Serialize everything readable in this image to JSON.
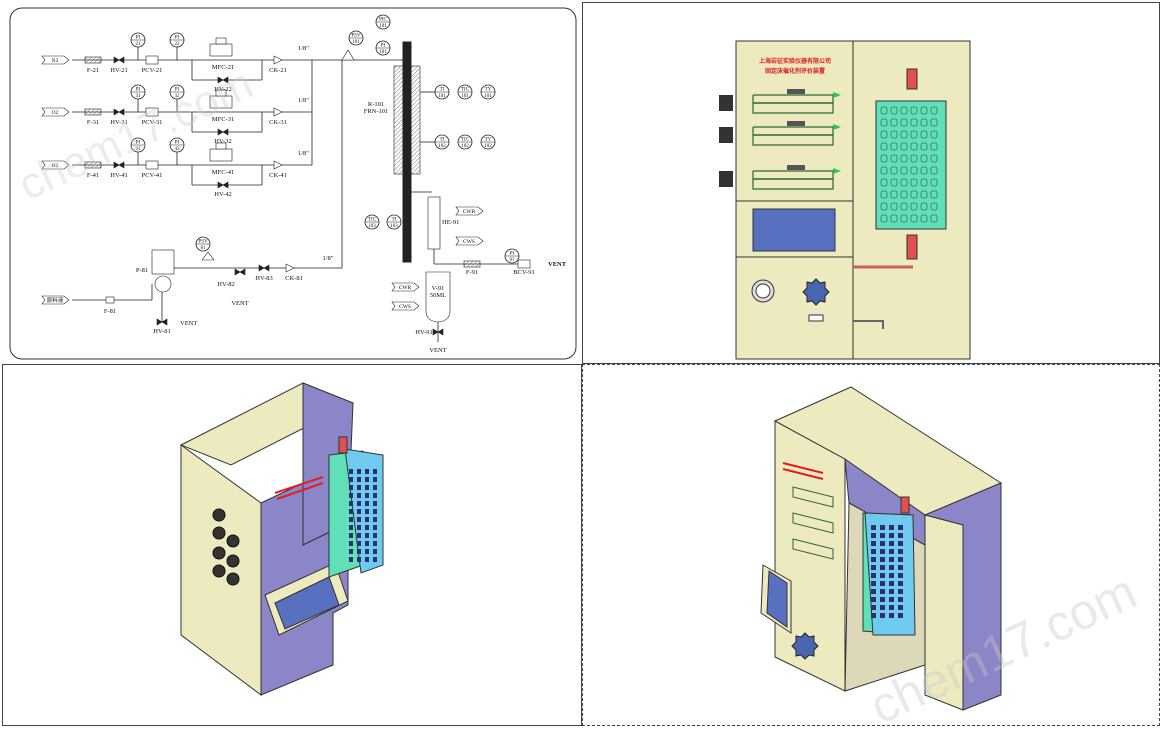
{
  "pid": {
    "lines": [
      {
        "gas": "N2",
        "filter": "F-21",
        "valve": "HV-21",
        "pcv": "PCV-21",
        "pi1": {
          "a": "PI",
          "b": "21"
        },
        "pi2": {
          "a": "PI",
          "b": "22"
        },
        "mfc": "MFC-21",
        "bypass": "HV-22",
        "check": "CK-21",
        "size": "1/8\""
      },
      {
        "gas": "O2",
        "filter": "F-31",
        "valve": "HV-31",
        "pcv": "PCV-31",
        "pi1": {
          "a": "PI",
          "b": "31"
        },
        "pi2": {
          "a": "PI",
          "b": "32"
        },
        "mfc": "MFC-31",
        "bypass": "HV-32",
        "check": "CK-31",
        "size": "1/8\""
      },
      {
        "gas": "H2",
        "filter": "F-41",
        "valve": "HV-41",
        "pcv": "PCV-41",
        "pi1": {
          "a": "PI",
          "b": "41"
        },
        "pi2": {
          "a": "PI",
          "b": "42"
        },
        "mfc": "MFC-41",
        "bypass": "HV-42",
        "check": "CK-41",
        "size": "1/8\""
      }
    ],
    "psv101": {
      "a": "PSV",
      "b": "101"
    },
    "pi101": {
      "a": "PI",
      "b": "101"
    },
    "pic101": {
      "a": "PIC",
      "b": "101"
    },
    "reactor": {
      "tag": "R-101",
      "furnace": "FRN-101"
    },
    "ti101": {
      "a": "TI",
      "b": "101"
    },
    "tic101": {
      "a": "TIC",
      "b": "101"
    },
    "ty101": {
      "a": "TY",
      "b": "101"
    },
    "ti102": {
      "a": "TI",
      "b": "102"
    },
    "tic102": {
      "a": "TIC",
      "b": "102"
    },
    "ty102": {
      "a": "TY",
      "b": "102"
    },
    "tic103": {
      "a": "TIC",
      "b": "103"
    },
    "ti103": {
      "a": "TI",
      "b": "103"
    },
    "hx": "HE-91",
    "cwr": "CWR",
    "cws": "CWS",
    "filter91": "F-91",
    "pi91": {
      "a": "PI",
      "b": "91"
    },
    "bcv": "BCV-91",
    "vent": "VENT",
    "vessel": {
      "tag": "V-91",
      "volume": "50ML"
    },
    "hv91": "HV-91",
    "pump": "P-81",
    "psv81": {
      "a": "PSV",
      "b": "81"
    },
    "hv82": "HV-82",
    "hv83": "HV-83",
    "ck81": "CK-81",
    "size81": "1/8\"",
    "feed": "原料液",
    "f81": "F-81",
    "hv81": "HV-81"
  },
  "front_view": {
    "company": "上海岩征实验仪器有限公司",
    "product": "固定床催化剂评价装置"
  },
  "watermark": "chem17.com",
  "colors": {
    "panel": "#eeeac0",
    "side": "#8a86c8",
    "screen": "#5870c0",
    "furnace": "#5fe0b8",
    "red": "#e02020"
  }
}
